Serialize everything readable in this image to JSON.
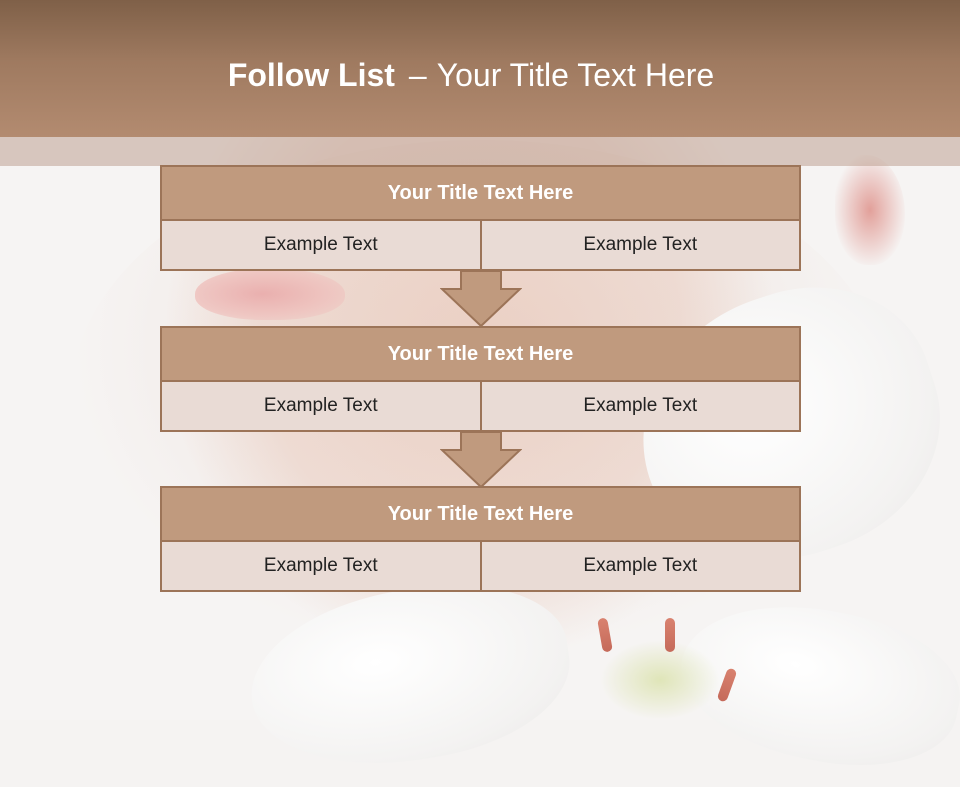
{
  "slide": {
    "title_bold": "Follow List",
    "title_sep": "–",
    "title_rest": "Your Title Text Here"
  },
  "steps": [
    {
      "heading": "Your Title Text Here",
      "left": "Example Text",
      "right": "Example Text"
    },
    {
      "heading": "Your Title Text Here",
      "left": "Example Text",
      "right": "Example Text"
    },
    {
      "heading": "Your Title Text Here",
      "left": "Example Text",
      "right": "Example Text"
    }
  ],
  "colors": {
    "header": "#a07a60",
    "block_fill": "#c09a7e",
    "block_border": "#9c7458",
    "cell_fill": "#e9dbd5",
    "arrow_fill": "#c09a7e"
  }
}
